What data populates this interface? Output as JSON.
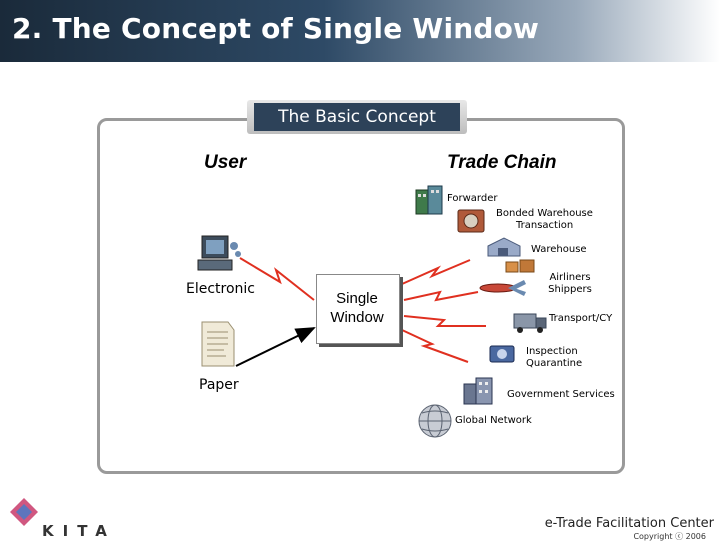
{
  "slide": {
    "title": "2. The Concept of Single Window"
  },
  "concept": {
    "title": "The Basic Concept",
    "user_header": "User",
    "trade_header": "Trade Chain",
    "electronic_label": "Electronic",
    "paper_label": "Paper",
    "single_window_line1": "Single",
    "single_window_line2": "Window"
  },
  "chain": {
    "forwarder": "Forwarder",
    "bonded_line1": "Bonded Warehouse",
    "bonded_line2": "Transaction",
    "warehouse": "Warehouse",
    "airliners_line1": "Airliners",
    "airliners_line2": "Shippers",
    "transport": "Transport/CY",
    "inspection_line1": "Inspection",
    "inspection_line2": "Quarantine",
    "government": "Government Services",
    "global": "Global Network"
  },
  "footer": {
    "org": "e-Trade Facilitation Center",
    "copyright": "Copyright ⓒ 2006",
    "logo_text": "KITA"
  }
}
